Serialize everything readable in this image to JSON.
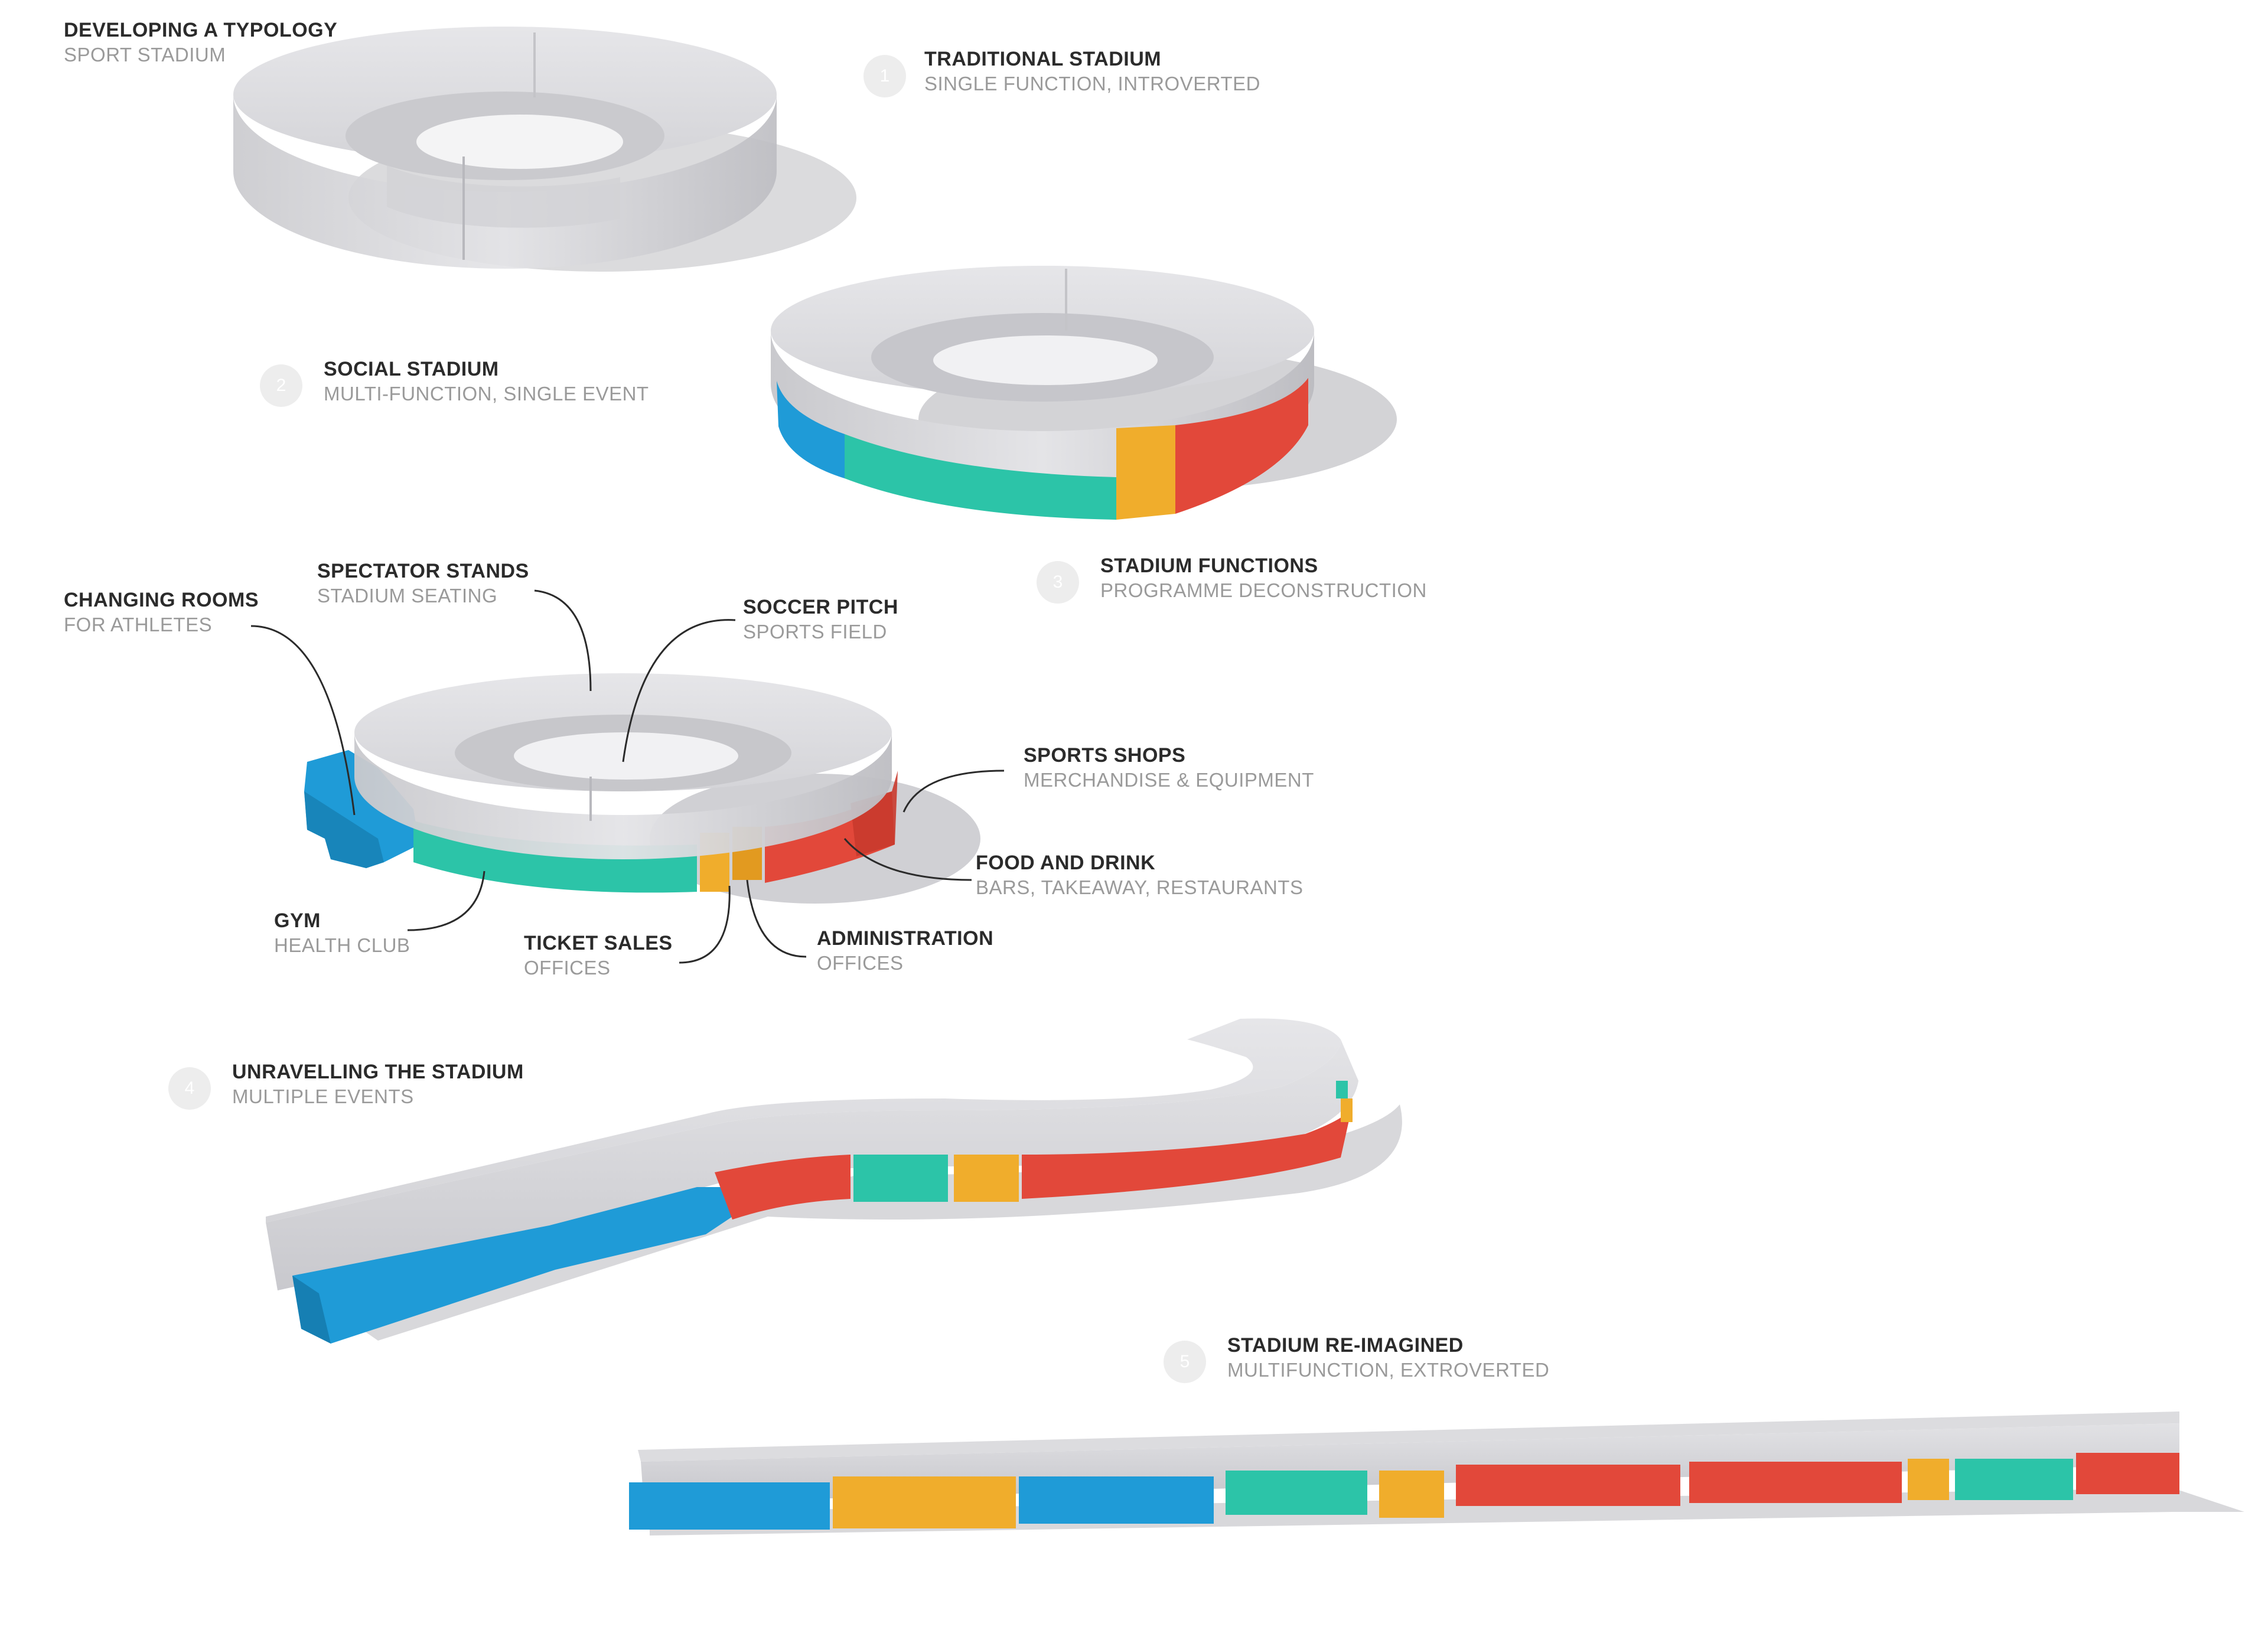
{
  "header": {
    "title": "DEVELOPING A TYPOLOGY",
    "subtitle": "SPORT STADIUM"
  },
  "steps": [
    {
      "number": "1",
      "title": "TRADITIONAL STADIUM",
      "subtitle": "SINGLE FUNCTION, INTROVERTED"
    },
    {
      "number": "2",
      "title": "SOCIAL STADIUM",
      "subtitle": "MULTI-FUNCTION, SINGLE EVENT"
    },
    {
      "number": "3",
      "title": "STADIUM FUNCTIONS",
      "subtitle": "PROGRAMME DECONSTRUCTION"
    },
    {
      "number": "4",
      "title": "UNRAVELLING THE STADIUM",
      "subtitle": "MULTIPLE EVENTS"
    },
    {
      "number": "5",
      "title": "STADIUM RE-IMAGINED",
      "subtitle": "MULTIFUNCTION, EXTROVERTED"
    }
  ],
  "functions": {
    "changing_rooms": {
      "title": "CHANGING ROOMS",
      "subtitle": "FOR ATHLETES"
    },
    "spectator_stands": {
      "title": "SPECTATOR STANDS",
      "subtitle": "STADIUM SEATING"
    },
    "soccer_pitch": {
      "title": "SOCCER PITCH",
      "subtitle": "SPORTS FIELD"
    },
    "sports_shops": {
      "title": "SPORTS SHOPS",
      "subtitle": "MERCHANDISE & EQUIPMENT"
    },
    "food_and_drink": {
      "title": "FOOD AND DRINK",
      "subtitle": "BARS, TAKEAWAY, RESTAURANTS"
    },
    "gym": {
      "title": "GYM",
      "subtitle": "HEALTH CLUB"
    },
    "ticket_sales": {
      "title": "TICKET SALES",
      "subtitle": "OFFICES"
    },
    "administration": {
      "title": "ADMINISTRATION",
      "subtitle": "OFFICES"
    }
  },
  "colors": {
    "changing_rooms": "#1f9bd7",
    "gym": "#2cc4a8",
    "ticket_sales": "#f0ad2c",
    "food_and_drink": "#e2483a",
    "stands": "#d9d9dc",
    "shadow": "#c8c8cc",
    "leader_line": "#2b2b2b"
  }
}
